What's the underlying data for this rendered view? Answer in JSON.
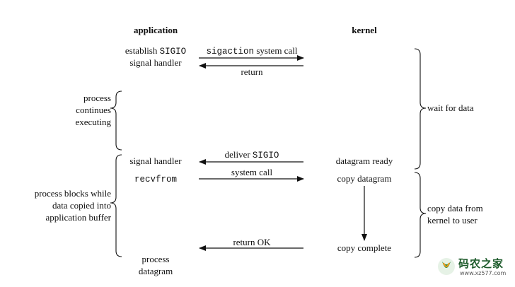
{
  "headers": {
    "application": "application",
    "kernel": "kernel"
  },
  "app": {
    "establish_line1_prefix": "establish ",
    "establish_line1_code": "SIGIO",
    "establish_line2": "signal handler",
    "process_continues": [
      "process",
      "continues",
      "executing"
    ],
    "signal_handler": "signal handler",
    "recvfrom": "recvfrom",
    "process_blocks": [
      "process blocks while",
      "data copied into",
      "application buffer"
    ],
    "process_datagram": [
      "process",
      "datagram"
    ]
  },
  "arrows": {
    "sigaction_code": "sigaction",
    "sigaction_text": " system call",
    "return": "return",
    "deliver_text": "deliver ",
    "deliver_code": "SIGIO",
    "system_call": "system call",
    "return_ok": "return OK"
  },
  "kernel": {
    "datagram_ready": "datagram ready",
    "copy_datagram": "copy datagram",
    "copy_complete": "copy complete"
  },
  "phases": {
    "wait_for_data": "wait for data",
    "copy_data": [
      "copy data from",
      "kernel to user"
    ]
  },
  "watermark": {
    "text": "码农之家",
    "url": "www.xz577.com",
    "logo_icon": "leaf-logo-icon"
  }
}
